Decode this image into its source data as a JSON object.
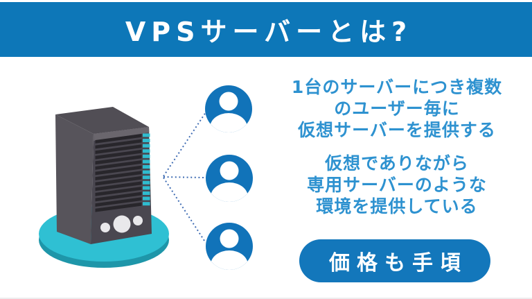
{
  "header": {
    "title": "VPSサーバーとは?"
  },
  "info_blocks": [
    {
      "lines": [
        "1台のサーバーにつき複数",
        "のユーザー毎に",
        "仮想サーバーを提供する"
      ]
    },
    {
      "lines": [
        "仮想でありながら",
        "専用サーバーのような",
        "環境を提供している"
      ]
    }
  ],
  "badge": {
    "label": "価格も手頃"
  },
  "icons": {
    "server": "server-tower-icon",
    "user": "user-icon",
    "connections": "dotted-connector-lines"
  },
  "colors": {
    "header_bg": "#0d77b8",
    "info_text": "#2e92d0",
    "badge_bg": "#1377bb",
    "user_icon_blue": "#1173b9",
    "connector_line": "#3f6cb3",
    "base_teal": "#2fc0d3",
    "base_teal_dark": "#1e96a9",
    "server_front_gray": "#4a4750",
    "server_side_gray": "#57545b",
    "vent_slat": "#28262b",
    "vent_accent_teal": "#2fbccf"
  }
}
